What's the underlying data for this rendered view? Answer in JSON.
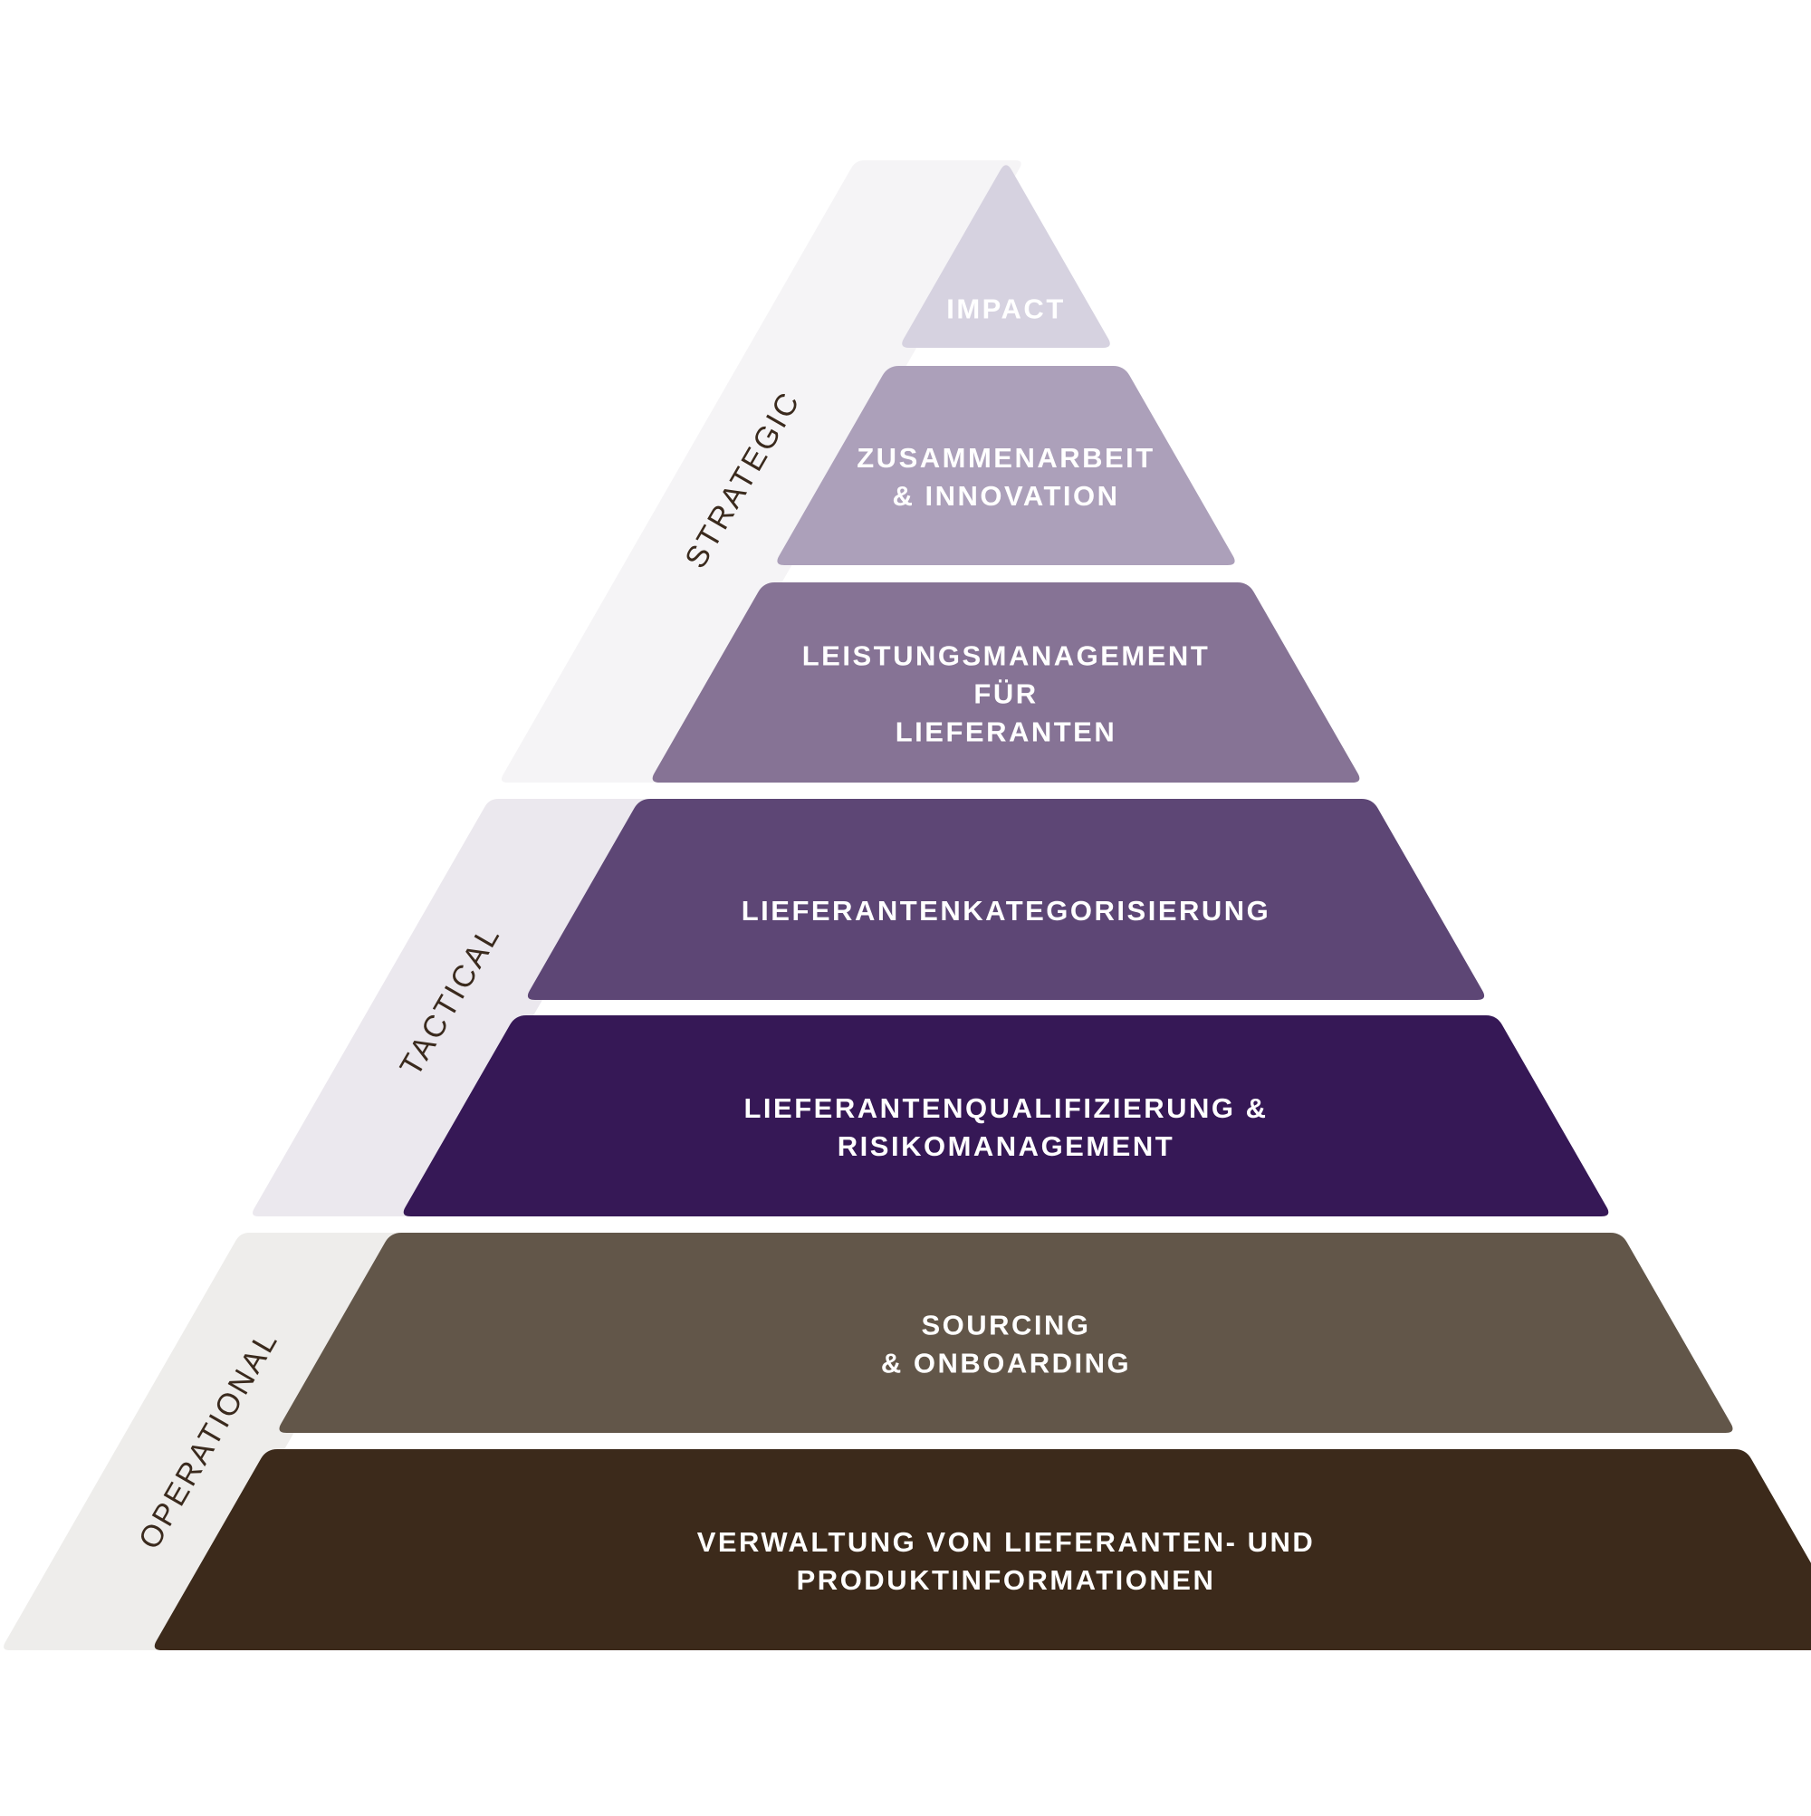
{
  "diagram": {
    "type": "pyramid",
    "groups": [
      {
        "id": "strategic",
        "label": "STRATEGIC",
        "band_color": "#f5f4f6",
        "text_color": "#3a2a1d"
      },
      {
        "id": "tactical",
        "label": "TACTICAL",
        "band_color": "#ebe8ee",
        "text_color": "#3a2a1d"
      },
      {
        "id": "operational",
        "label": "OPERATIONAL",
        "band_color": "#eeedeb",
        "text_color": "#3a2a1d"
      }
    ],
    "tiers": [
      {
        "id": "impact",
        "lines": [
          "IMPACT"
        ],
        "fill": "#d6d2e0",
        "text_color": "#ffffff"
      },
      {
        "id": "collaboration",
        "lines": [
          "ZUSAMMENARBEIT",
          "& INNOVATION"
        ],
        "fill": "#aca0ba",
        "text_color": "#ffffff"
      },
      {
        "id": "performance",
        "lines": [
          "LEISTUNGSMANAGEMENT",
          "FÜR",
          "LIEFERANTEN"
        ],
        "fill": "#867395",
        "text_color": "#ffffff"
      },
      {
        "id": "categorization",
        "lines": [
          "LIEFERANTENKATEGORISIERUNG"
        ],
        "fill": "#5d4675",
        "text_color": "#ffffff"
      },
      {
        "id": "qualification",
        "lines": [
          "LIEFERANTENQUALIFIZIERUNG &",
          "RISIKOMANAGEMENT"
        ],
        "fill": "#361856",
        "text_color": "#ffffff"
      },
      {
        "id": "sourcing",
        "lines": [
          "SOURCING",
          "& ONBOARDING"
        ],
        "fill": "#625649",
        "text_color": "#ffffff"
      },
      {
        "id": "information",
        "lines": [
          "VERWALTUNG VON LIEFERANTEN- UND",
          "PRODUKTINFORMATIONEN"
        ],
        "fill": "#3c2a1b",
        "text_color": "#ffffff"
      }
    ]
  }
}
